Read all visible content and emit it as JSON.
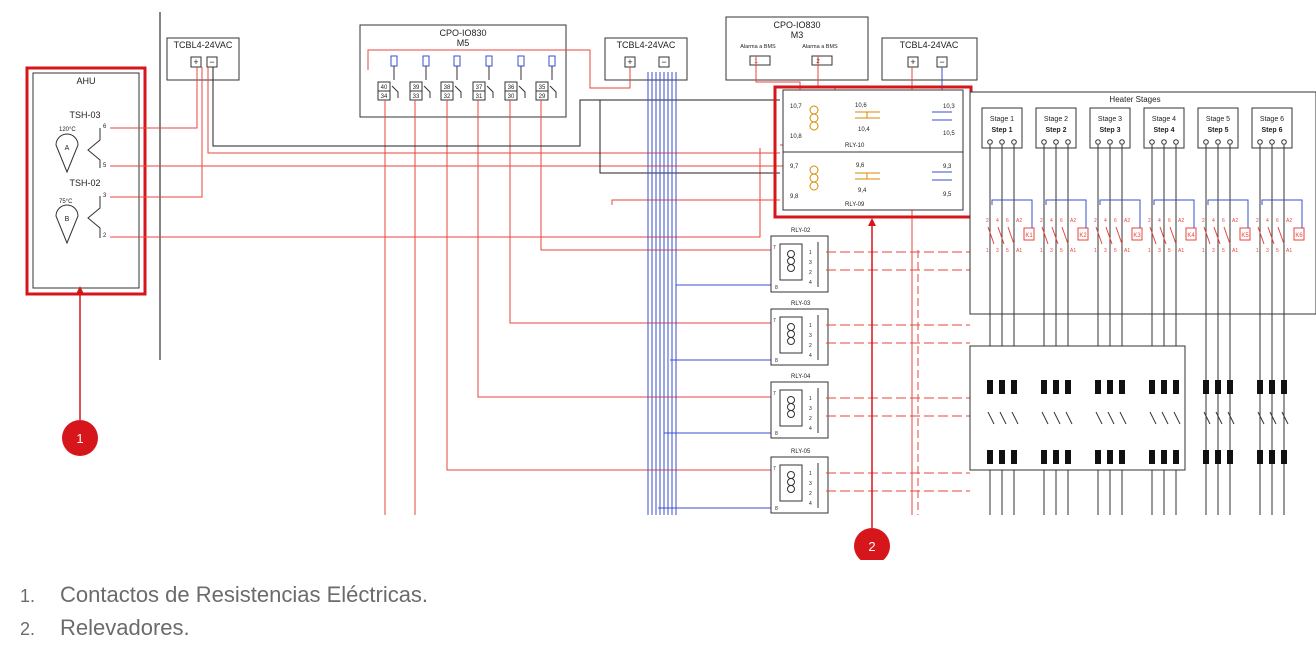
{
  "ahu": {
    "title": "AHU",
    "tsh03": {
      "label": "TSH-03",
      "temp": "120°C",
      "letter": "A",
      "t_top": "6",
      "t_bot": "5"
    },
    "tsh02": {
      "label": "TSH-02",
      "temp": "75°C",
      "letter": "B",
      "t_top": "3",
      "t_bot": "2"
    }
  },
  "supplies": [
    {
      "label": "TCBL4-24VAC",
      "plus": "+",
      "minus": "−"
    },
    {
      "label": "TCBL4-24VAC",
      "plus": "+",
      "minus": "−"
    },
    {
      "label": "TCBL4-24VAC",
      "plus": "+",
      "minus": "−"
    }
  ],
  "m5": {
    "title": "CPO-IO830",
    "subtitle": "M5",
    "terminals_top": [
      "40",
      "39",
      "38",
      "37",
      "36",
      "35"
    ],
    "terminals_bot": [
      "34",
      "33",
      "32",
      "31",
      "30",
      "29"
    ]
  },
  "m3": {
    "title": "CPO-IO830",
    "subtitle": "M3",
    "alarm1": "Alarma a BMS",
    "alarm2": "Alarma a BMS",
    "t1": "1",
    "t2": "2"
  },
  "relays": {
    "rly10": {
      "name": "RLY-10",
      "a": "10,7",
      "b": "10,8",
      "c": "10,6",
      "d": "10,4",
      "e": "10,3",
      "f": "10,5"
    },
    "rly09": {
      "name": "RLY-09",
      "a": "9,7",
      "b": "9,8",
      "c": "9,6",
      "d": "9,4",
      "e": "9,3",
      "f": "9,5"
    },
    "small": [
      "RLY-02",
      "RLY-03",
      "RLY-04",
      "RLY-05"
    ],
    "pins": [
      "7",
      "8",
      "1",
      "3",
      "2",
      "4"
    ]
  },
  "heater": {
    "title": "Heater Stages",
    "stages": [
      {
        "line1": "Stage 1",
        "line2": "Step 1",
        "k": "K1"
      },
      {
        "line1": "Stage 2",
        "line2": "Step 2",
        "k": "K2"
      },
      {
        "line1": "Stage 3",
        "line2": "Step 3",
        "k": "K3"
      },
      {
        "line1": "Stage 4",
        "line2": "Step 4",
        "k": "K4"
      },
      {
        "line1": "Stage 5",
        "line2": "Step 5",
        "k": "K5"
      },
      {
        "line1": "Stage 6",
        "line2": "Step 6",
        "k": "K6"
      }
    ],
    "contact_top": [
      "2",
      "4",
      "6",
      "A2"
    ],
    "contact_bot": [
      "1",
      "3",
      "5",
      "A1"
    ]
  },
  "markers": [
    {
      "n": "1"
    },
    {
      "n": "2"
    }
  ],
  "captions": [
    {
      "num": "1.",
      "text": "Contactos de Resistencias Eléctricas."
    },
    {
      "num": "2.",
      "text": "Relevadores."
    }
  ],
  "colors": {
    "wire_red": "#e8453c",
    "wire_blue": "#3a4fd0",
    "highlight": "#d6161b",
    "relay_coil": "#d98a00"
  }
}
